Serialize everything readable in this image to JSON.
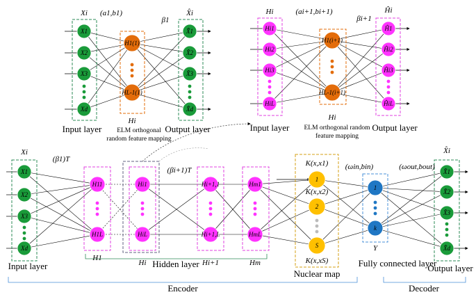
{
  "colors": {
    "green_node": "#1a9b3a",
    "orange_node": "#e36c0a",
    "magenta_node": "#ff33ff",
    "yellow_node": "#ffc000",
    "blue_node": "#1f77c4",
    "green_box": "#2e8b57",
    "orange_box": "#e36c0a",
    "magenta_box": "#e040e0",
    "blue_box": "#4a90d9",
    "yellow_box": "#d4a017",
    "gray_box": "#606080"
  },
  "top_left": {
    "input_header": "Xi",
    "weights_label": "(a1,b1)",
    "beta_label": "β1",
    "output_header": "X̂i",
    "input_nodes": [
      "X1",
      "X2",
      "X3",
      "Xd"
    ],
    "hidden_nodes": [
      "H1(1)",
      "HL-1(1)"
    ],
    "output_nodes": [
      "X̂1",
      "X̂2",
      "X̂3",
      "X̂d"
    ],
    "hidden_caption": "Hi",
    "input_layer": "Input layer",
    "elm_caption_1": "ELM orthogonal",
    "elm_caption_2": "random feature mapping",
    "output_layer": "Output layer"
  },
  "top_right": {
    "input_header": "Hi",
    "weights_label": "(ai+1,bi+1)",
    "beta_label": "βi+1",
    "output_header": "Ĥi",
    "input_nodes": [
      "Hi1",
      "Hi2",
      "Hi3",
      "HiL"
    ],
    "hidden_nodes": [
      "H1(i+1)",
      "HL-1(i+1)"
    ],
    "output_nodes": [
      "Ĥ1",
      "Ĥi2",
      "Ĥi3",
      "ĤiL"
    ],
    "hidden_caption": "Hi",
    "input_layer": "Input layer",
    "elm_caption_1": "ELM orthogonal random",
    "elm_caption_2": "feature mapping",
    "output_layer": "Output layer"
  },
  "bottom": {
    "input_header": "Xi",
    "beta1_label": "(β1)T",
    "betai_label": "(βi+1)T",
    "input_nodes": [
      "X1",
      "X2",
      "X3",
      "Xd"
    ],
    "h1_nodes": [
      "H11",
      "H1L"
    ],
    "hi_nodes": [
      "Hi1",
      "HiL"
    ],
    "hi1_nodes": [
      "Hi+1,1",
      "Hi+1,L"
    ],
    "hm_nodes": [
      "Hm1",
      "HmL"
    ],
    "kernel_nodes": [
      "1",
      "2",
      "S"
    ],
    "kernel_labels": [
      "K(x,x1)",
      "K(x,x2)",
      "K(x,xS)"
    ],
    "fc_nodes": [
      "1",
      "k"
    ],
    "fc_weights_label": "(ωin,bin)",
    "out_weights_label": "(ωout,bout)",
    "output_header": "X̂i",
    "output_nodes": [
      "X̂1",
      "X̂2",
      "X̂3",
      "X̂d"
    ],
    "caption_input": "Input layer",
    "caption_h1": "H1",
    "caption_hi": "Hi",
    "caption_hidden": "Hidden layer",
    "caption_hi1": "Hi+1",
    "caption_hm": "Hm",
    "caption_nuclear": "Nuclear map",
    "caption_y": "Y",
    "caption_fc": "Fully connected layer",
    "caption_output": "Output layer",
    "encoder": "Encoder",
    "decoder": "Decoder"
  }
}
